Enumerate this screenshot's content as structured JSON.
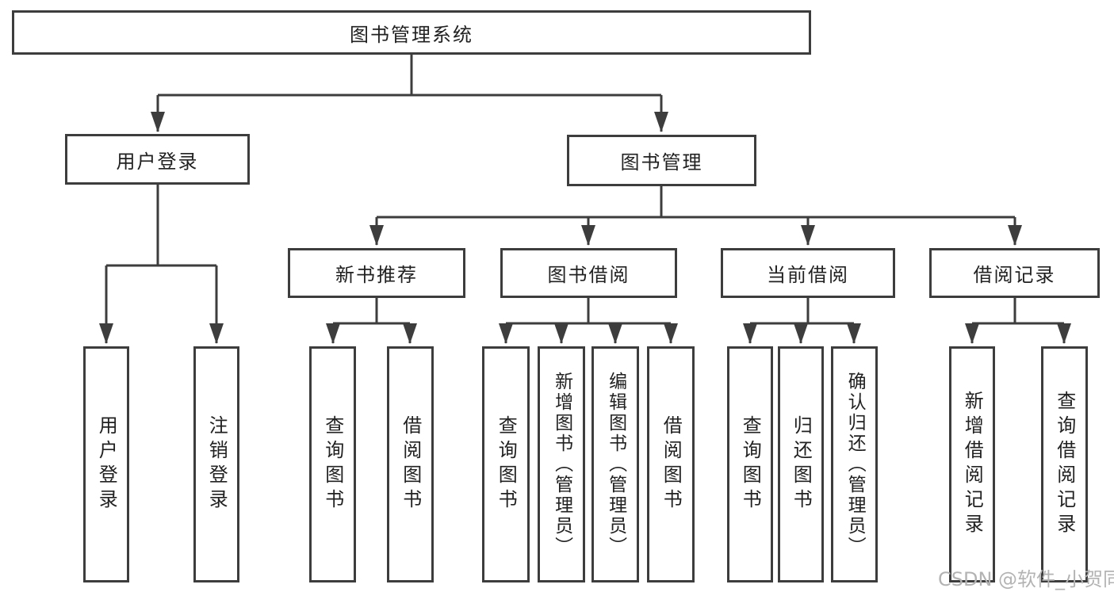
{
  "diagram": {
    "title": "图书管理系统",
    "root": "图书管理系统",
    "level2": [
      "用户登录",
      "图书管理"
    ],
    "level3": [
      "新书推荐",
      "图书借阅",
      "当前借阅",
      "借阅记录"
    ],
    "leaves_user": [
      "用户登录",
      "注销登录"
    ],
    "leaves_newbook": [
      "查询图书",
      "借阅图书"
    ],
    "leaves_borrow": [
      "查询图书",
      "新增图书（管理员）",
      "编辑图书（管理员）",
      "借阅图书"
    ],
    "leaves_current": [
      "查询图书",
      "归还图书",
      "确认归还（管理员）"
    ],
    "leaves_record": [
      "新增借阅记录",
      "查询借阅记录"
    ]
  },
  "watermark": "CSDN @软件_小贺同学",
  "colors": {
    "line": "#3d3d3d",
    "text": "#212121",
    "box_fill": "#ffffff",
    "watermark": "#b3b3b3"
  }
}
